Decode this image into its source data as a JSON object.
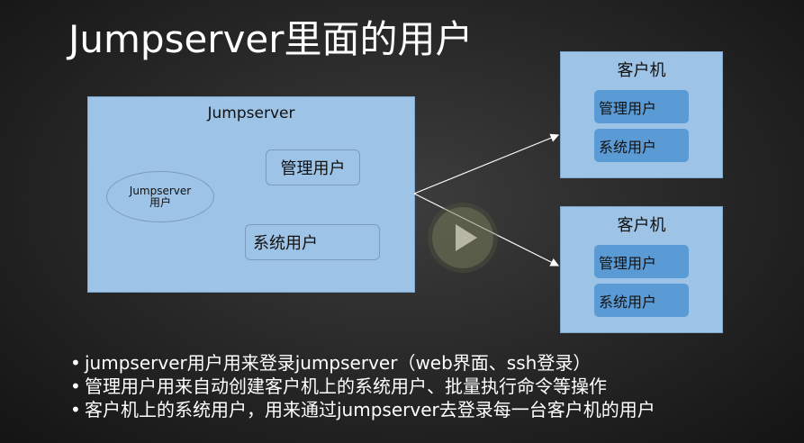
{
  "slide": {
    "title": "Jumpserver里面的用户"
  },
  "jumpserver_box": {
    "title": "Jumpserver",
    "admin_user": "管理用户",
    "system_user": "系统用户",
    "jumpserver_user_line1": "Jumpserver",
    "jumpserver_user_line2": "用户"
  },
  "clients": [
    {
      "title": "客户机",
      "admin_user": "管理用户",
      "system_user": "系统用户"
    },
    {
      "title": "客户机",
      "admin_user": "管理用户",
      "system_user": "系统用户"
    }
  ],
  "bullets": [
    "jumpserver用户用来登录jumpserver（web界面、ssh登录）",
    "管理用户用来自动创建客户机上的系统用户、批量执行命令等操作",
    "客户机上的系统用户，用来通过jumpserver去登录每一台客户机的用户"
  ],
  "bullet_symbol": "•",
  "video_overlay": {
    "icon": "play-icon"
  },
  "colors": {
    "box_fill": "#9dc3e6",
    "inner_item_fill": "#5b9bd5",
    "text_on_box": "#111111",
    "background": "#262626"
  }
}
